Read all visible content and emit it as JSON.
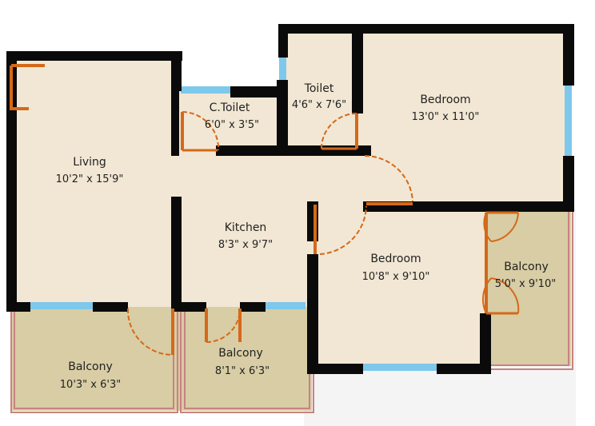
{
  "plan": {
    "colors": {
      "room_fill": "#f2e7d4",
      "balcony_fill": "#d8cda4",
      "wall": "#0a0a0a",
      "window": "#7ec8ec",
      "door": "#d4691a",
      "railing": "#c98282",
      "outside": "#f4f4f4"
    },
    "rooms": {
      "living": {
        "name": "Living",
        "size": "10'2\" x 15'9\""
      },
      "ctoilet": {
        "name": "C.Toilet",
        "size": "6'0\" x 3'5\""
      },
      "toilet": {
        "name": "Toilet",
        "size": "4'6\" x 7'6\""
      },
      "bedroom1": {
        "name": "Bedroom",
        "size": "13'0\" x 11'0\""
      },
      "kitchen": {
        "name": "Kitchen",
        "size": "8'3\" x 9'7\""
      },
      "bedroom2": {
        "name": "Bedroom",
        "size": "10'8\" x 9'10\""
      },
      "balcony_right": {
        "name": "Balcony",
        "size": "5'0\" x 9'10\""
      },
      "balcony_left": {
        "name": "Balcony",
        "size": "10'3\" x 6'3\""
      },
      "balcony_mid": {
        "name": "Balcony",
        "size": "8'1\" x 6'3\""
      }
    }
  }
}
